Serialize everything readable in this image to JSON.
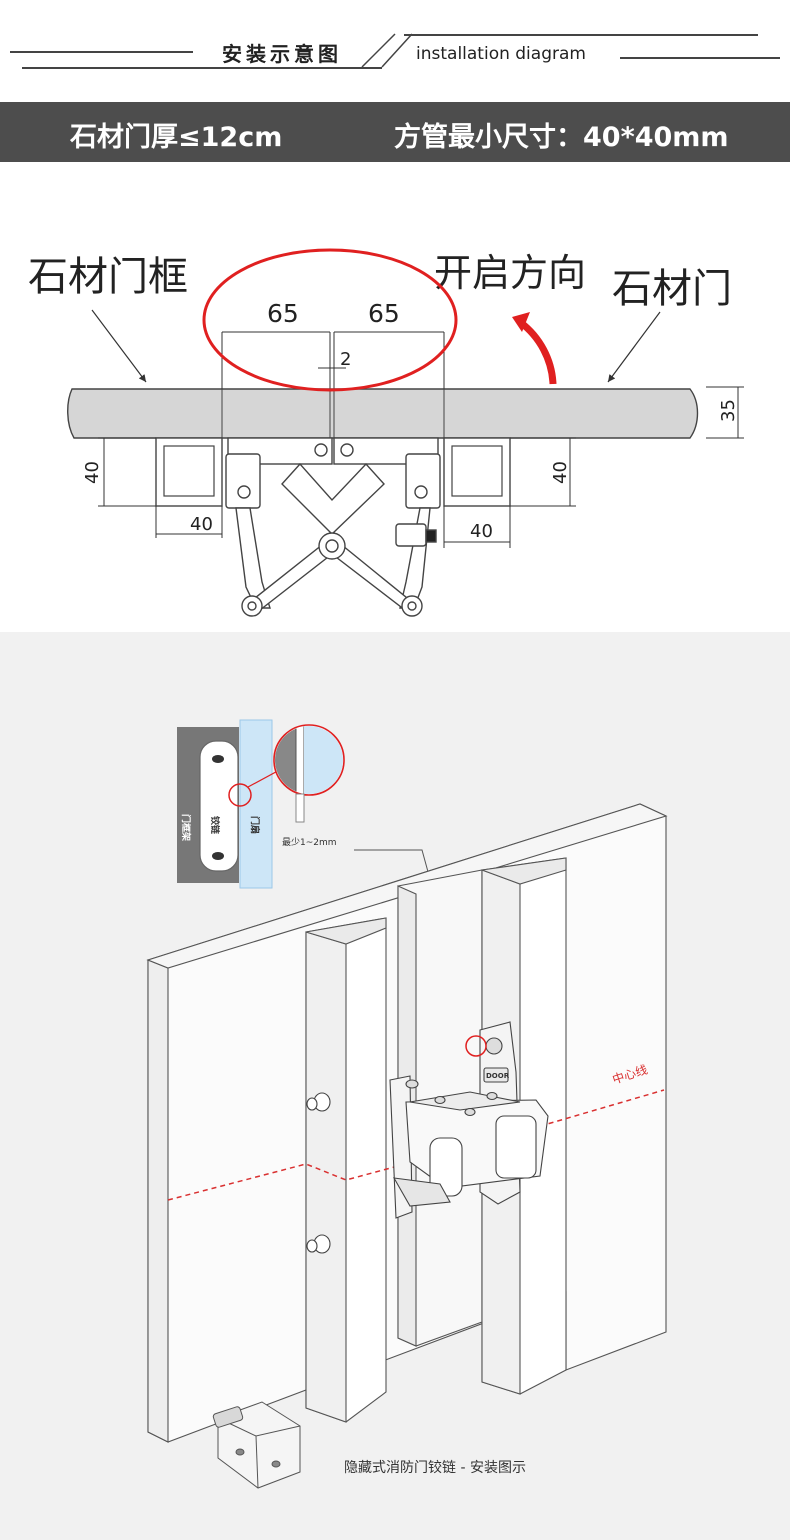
{
  "header": {
    "title_cn": "安装示意图",
    "title_en": "installation diagram"
  },
  "spec": {
    "door_thickness": "石材门厚≤12cm",
    "tube_size": "方管最小尺寸：40*40mm"
  },
  "plan": {
    "label_frame": "石材门框",
    "label_open": "开启方向",
    "label_door": "石材门",
    "dim_left": "65",
    "dim_right": "65",
    "dim_gap": "2",
    "dim_thickness": "35",
    "dim_tube_h_left": "40",
    "dim_tube_w_left": "40",
    "dim_tube_h_right": "40",
    "dim_tube_w_right": "40",
    "highlight_color": "#e02020",
    "arrow_color": "#e02020"
  },
  "iso": {
    "inset_frame": "门框架",
    "inset_hinge": "铰链",
    "inset_door": "门扇",
    "gap_note": "最少1~2mm",
    "center_line": "中心线",
    "door_plate": "DOOR",
    "caption": "隐藏式消防门铰链 - 安装图示",
    "center_line_color": "#d93030"
  }
}
